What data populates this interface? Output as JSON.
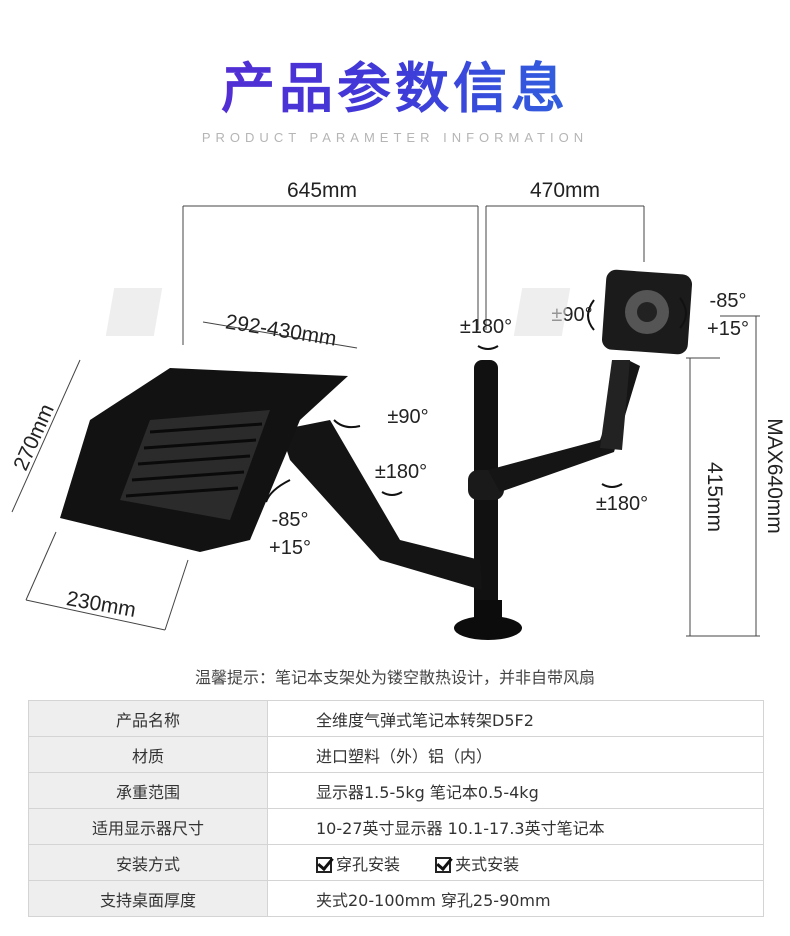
{
  "header": {
    "title": "产品参数信息",
    "subtitle": "PRODUCT PARAMETER INFORMATION"
  },
  "diagram": {
    "dim_top_left": "645mm",
    "dim_top_right": "470mm",
    "dim_tray_width": "292-430mm",
    "dim_tray_depth": "270mm",
    "dim_tray_bottom": "230mm",
    "dim_height": "415mm",
    "dim_max": "MAX640mm",
    "rot_pole": "±180°",
    "rot_vesa": "±90°",
    "tilt_vesa_neg": "-85°",
    "tilt_vesa_pos": "+15°",
    "rot_tray": "±90°",
    "rot_tray_arm": "±180°",
    "tilt_tray_neg": "-85°",
    "tilt_tray_pos": "+15°",
    "rot_monitor_arm": "±180°"
  },
  "tip": "温馨提示：笔记本支架处为镂空散热设计，并非自带风扇",
  "spec": {
    "rows": [
      {
        "key": "产品名称",
        "value": "全维度气弹式笔记本转架D5F2"
      },
      {
        "key": "材质",
        "value": "进口塑料（外）铝（内）"
      },
      {
        "key": "承重范围",
        "value": "显示器1.5-5kg 笔记本0.5-4kg"
      },
      {
        "key": "适用显示器尺寸",
        "value": "10-27英寸显示器 10.1-17.3英寸笔记本"
      }
    ],
    "install": {
      "key": "安装方式",
      "options": [
        "穿孔安装",
        "夹式安装"
      ]
    },
    "desk": {
      "key": "支持桌面厚度",
      "value": "夹式20-100mm 穿孔25-90mm"
    }
  },
  "colors": {
    "title_start": "#6a1fd0",
    "title_end": "#1e8ee8",
    "key_bg": "#eeeeee"
  }
}
